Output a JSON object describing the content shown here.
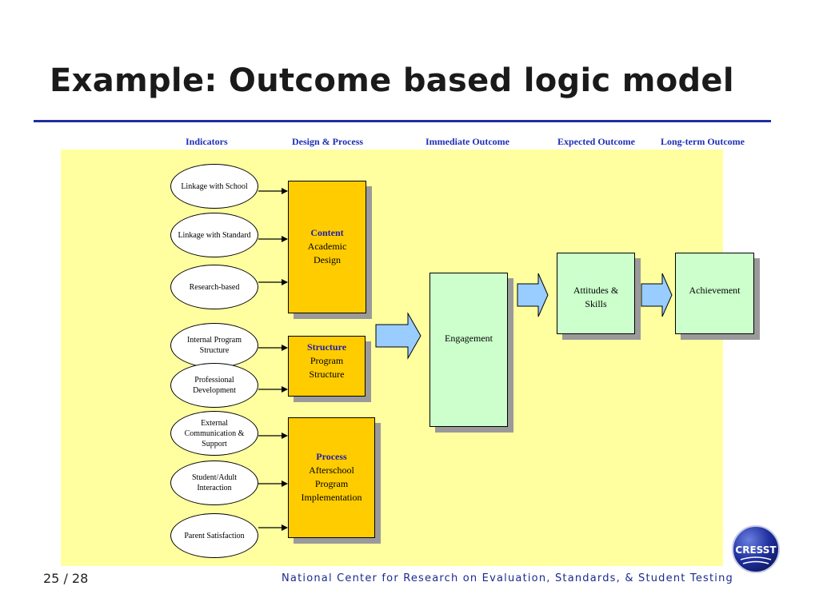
{
  "slide": {
    "title": "Example: Outcome based logic model",
    "page_number": "25 / 28",
    "footer_org": "National Center for Research on Evaluation, Standards, & Student Testing",
    "logo_text": "CRESST"
  },
  "columns": [
    "Indicators",
    "Design & Process",
    "Immediate Outcome",
    "Expected Outcome",
    "Long-term Outcome"
  ],
  "indicators": [
    "Linkage with School",
    "Linkage with Standard",
    "Research-based",
    "Internal Program Structure",
    "Professional Development",
    "External Communication & Support",
    "Student/Adult Interaction",
    "Parent Satisfaction"
  ],
  "design": {
    "content": {
      "keyword": "Content",
      "line1": "Academic",
      "line2": "Design"
    },
    "structure": {
      "keyword": "Structure",
      "line1": "Program",
      "line2": "Structure"
    },
    "process": {
      "keyword": "Process",
      "line1": "Afterschool",
      "line2": "Program",
      "line3": "Implementation"
    }
  },
  "outcomes": {
    "immediate": "Engagement",
    "expected_line1": "Attitudes &",
    "expected_line2": "Skills",
    "long_term": "Achievement"
  },
  "colors": {
    "panel": "#ffffa0",
    "design_box": "#ffcc00",
    "outcome_box": "#ccffcc",
    "block_arrow": "#99ccff",
    "heading_blue": "#1f2fb4",
    "rule": "#1f2f9e"
  }
}
